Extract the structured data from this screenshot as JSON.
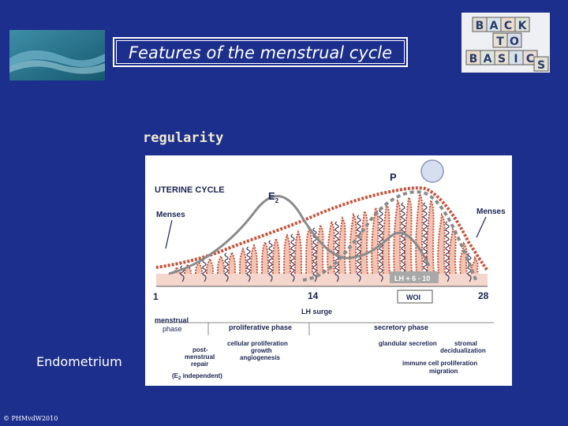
{
  "slide": {
    "title": "Features of the menstrual cycle",
    "subtitle": "regularity",
    "side_label": "Endometrium",
    "copyright": "© PHMvdW2010"
  },
  "logo": {
    "letters": [
      "B",
      "A",
      "C",
      "K",
      "T",
      "O",
      "B",
      "A",
      "S",
      "I",
      "C",
      "S"
    ]
  },
  "figure": {
    "heading": "UTERINE CYCLE",
    "hormone_e2": "E",
    "hormone_e2_sub": "2",
    "hormone_p": "P",
    "menses_left": "Menses",
    "menses_right": "Menses",
    "lh_window": "LH + 6 - 10",
    "woi": "WOI",
    "day_start": "1",
    "day_mid": "14",
    "day_end": "28",
    "lh_surge": "LH surge",
    "menstrual_phase_line1": "menstrual",
    "menstrual_phase_line2": "phase",
    "proliferative_phase": "proliferative phase",
    "secretory_phase": "secretory  phase",
    "cell_prolif_line1": "cellular proliferation",
    "cell_prolif_line2": "growth",
    "cell_prolif_line3": "angiogenesis",
    "post_line1": "post-",
    "post_line2": "menstrual",
    "post_line3": "repair",
    "post_line4": "(E",
    "post_line4_sub": "2",
    "post_line4_end": " independent)",
    "glandular": "glandular secretion",
    "stromal_line1": "stromal",
    "stromal_line2": "decidualization",
    "immune_line1": "immune cell proliferation",
    "immune_line2": "migration"
  },
  "colors": {
    "background": "#1d2f8c",
    "gland": "#c9523a",
    "gland_fill": "#f2c4b4",
    "hormone_curve": "#8a8a8a",
    "figure_text": "#1b2450"
  }
}
